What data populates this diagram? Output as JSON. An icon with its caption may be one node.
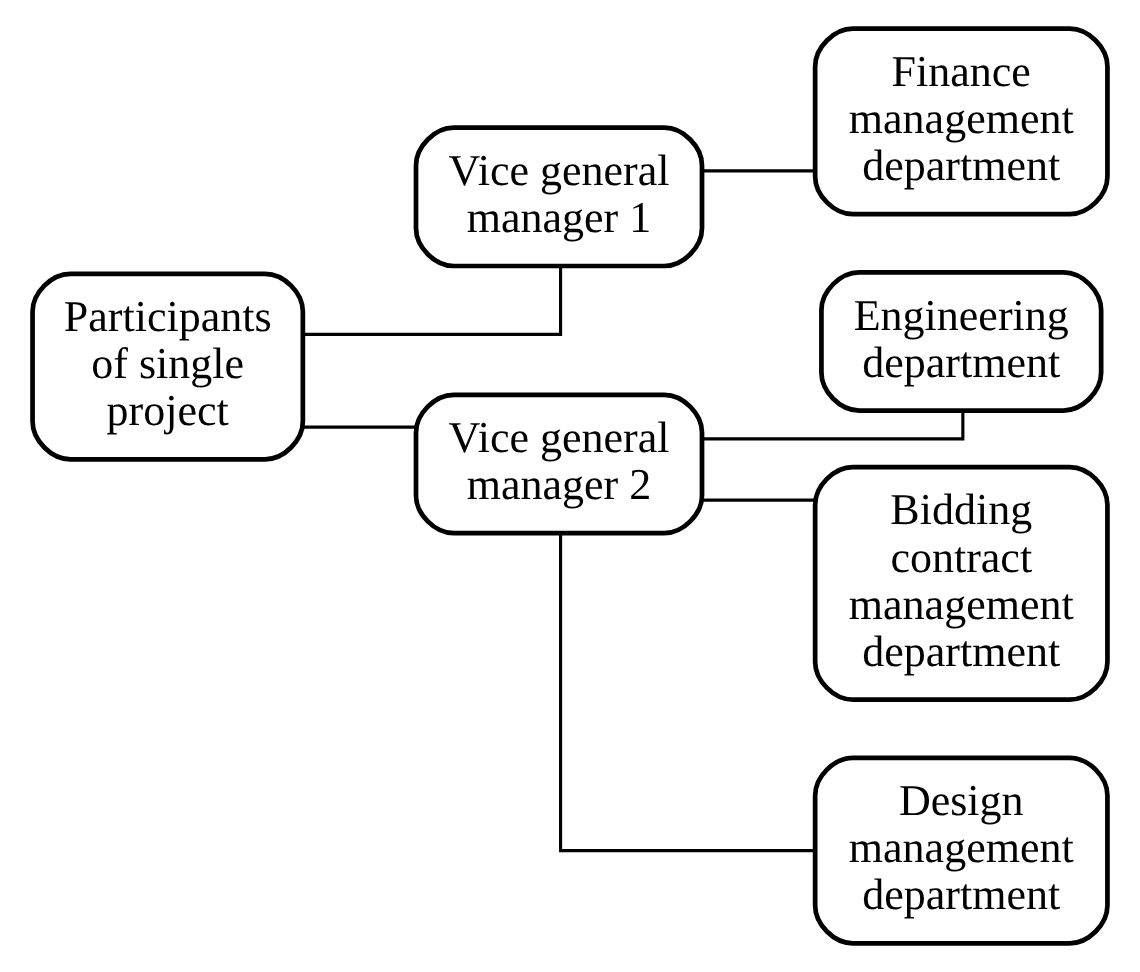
{
  "diagram": {
    "nodes": [
      {
        "text": [
          "Participants of single project"
        ]
      },
      {
        "text": [
          "Vice general manager 1"
        ]
      },
      {
        "text": [
          "Vice general manager 2"
        ]
      },
      {
        "text": [
          "Finance management department"
        ]
      },
      {
        "text": [
          "Engineering department"
        ]
      },
      {
        "text": [
          "Bidding contract management department"
        ]
      },
      {
        "text": [
          "Design management department"
        ]
      }
    ],
    "edges": [
      {
        "from": 0,
        "to": 1,
        "arrow": "none"
      },
      {
        "from": 0,
        "to": 2,
        "arrow": "none"
      },
      {
        "from": 1,
        "to": 3,
        "arrow": "none"
      },
      {
        "from": 2,
        "to": 4,
        "arrow": "none"
      },
      {
        "from": 2,
        "to": 5,
        "arrow": "none"
      },
      {
        "from": 2,
        "to": 6,
        "arrow": "none"
      }
    ]
  }
}
